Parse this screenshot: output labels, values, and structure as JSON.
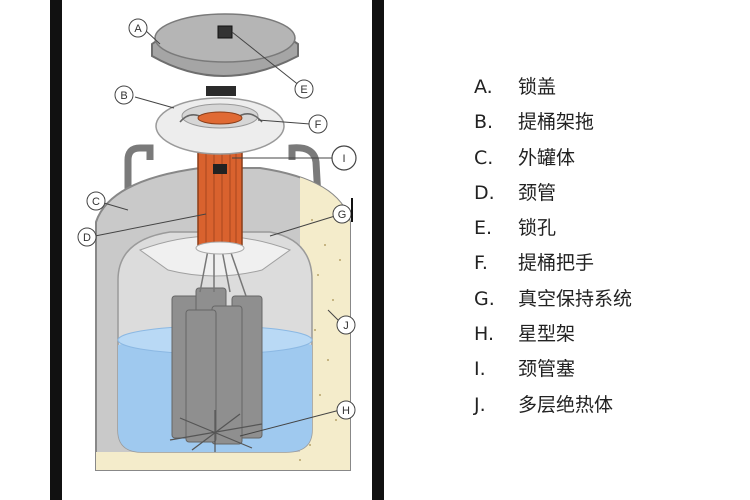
{
  "callouts": [
    "A",
    "B",
    "C",
    "D",
    "E",
    "F",
    "G",
    "H",
    "I",
    "J"
  ],
  "legend": [
    {
      "key": "A.",
      "text": "锁盖"
    },
    {
      "key": "B.",
      "text": "提桶架拖"
    },
    {
      "key": "C.",
      "text": "外罐体"
    },
    {
      "key": "D.",
      "text": "颈管"
    },
    {
      "key": "E.",
      "text": "锁孔"
    },
    {
      "key": "F.",
      "text": "提桶把手"
    },
    {
      "key": "G.",
      "text": "真空保持系统"
    },
    {
      "key": "H.",
      "text": "星型架"
    },
    {
      "key": "I.",
      "text": "颈管塞"
    },
    {
      "key": "J.",
      "text": "多层绝热体"
    }
  ],
  "colors": {
    "tank_shell": "#c9c9c9",
    "liquid_nitrogen": "#9fc9ef",
    "neck_tube": "#d9622e",
    "insulation": "#f4eccb"
  }
}
